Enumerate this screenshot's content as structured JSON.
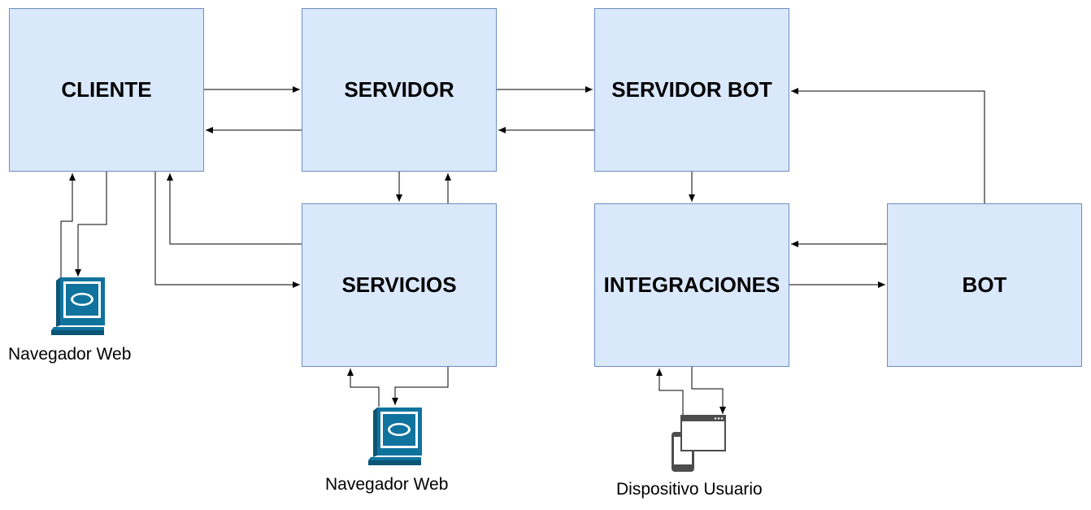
{
  "nodes": {
    "cliente": "CLIENTE",
    "servidor": "SERVIDOR",
    "servidor_bot": "SERVIDOR BOT",
    "servicios": "SERVICIOS",
    "integraciones": "INTEGRACIONES",
    "bot": "BOT"
  },
  "devices": {
    "navegador_1": "Navegador Web",
    "navegador_2": "Navegador Web",
    "dispositivo": "Dispositivo Usuario"
  },
  "colors": {
    "box_fill": "#dae8fc",
    "box_stroke": "#6c8ebf",
    "icon_blue": "#10739e",
    "device_gray": "#4d4d4d"
  },
  "icons": {
    "navegador": "workstation-globe-icon",
    "dispositivo": "mobile-and-browser-icon"
  }
}
